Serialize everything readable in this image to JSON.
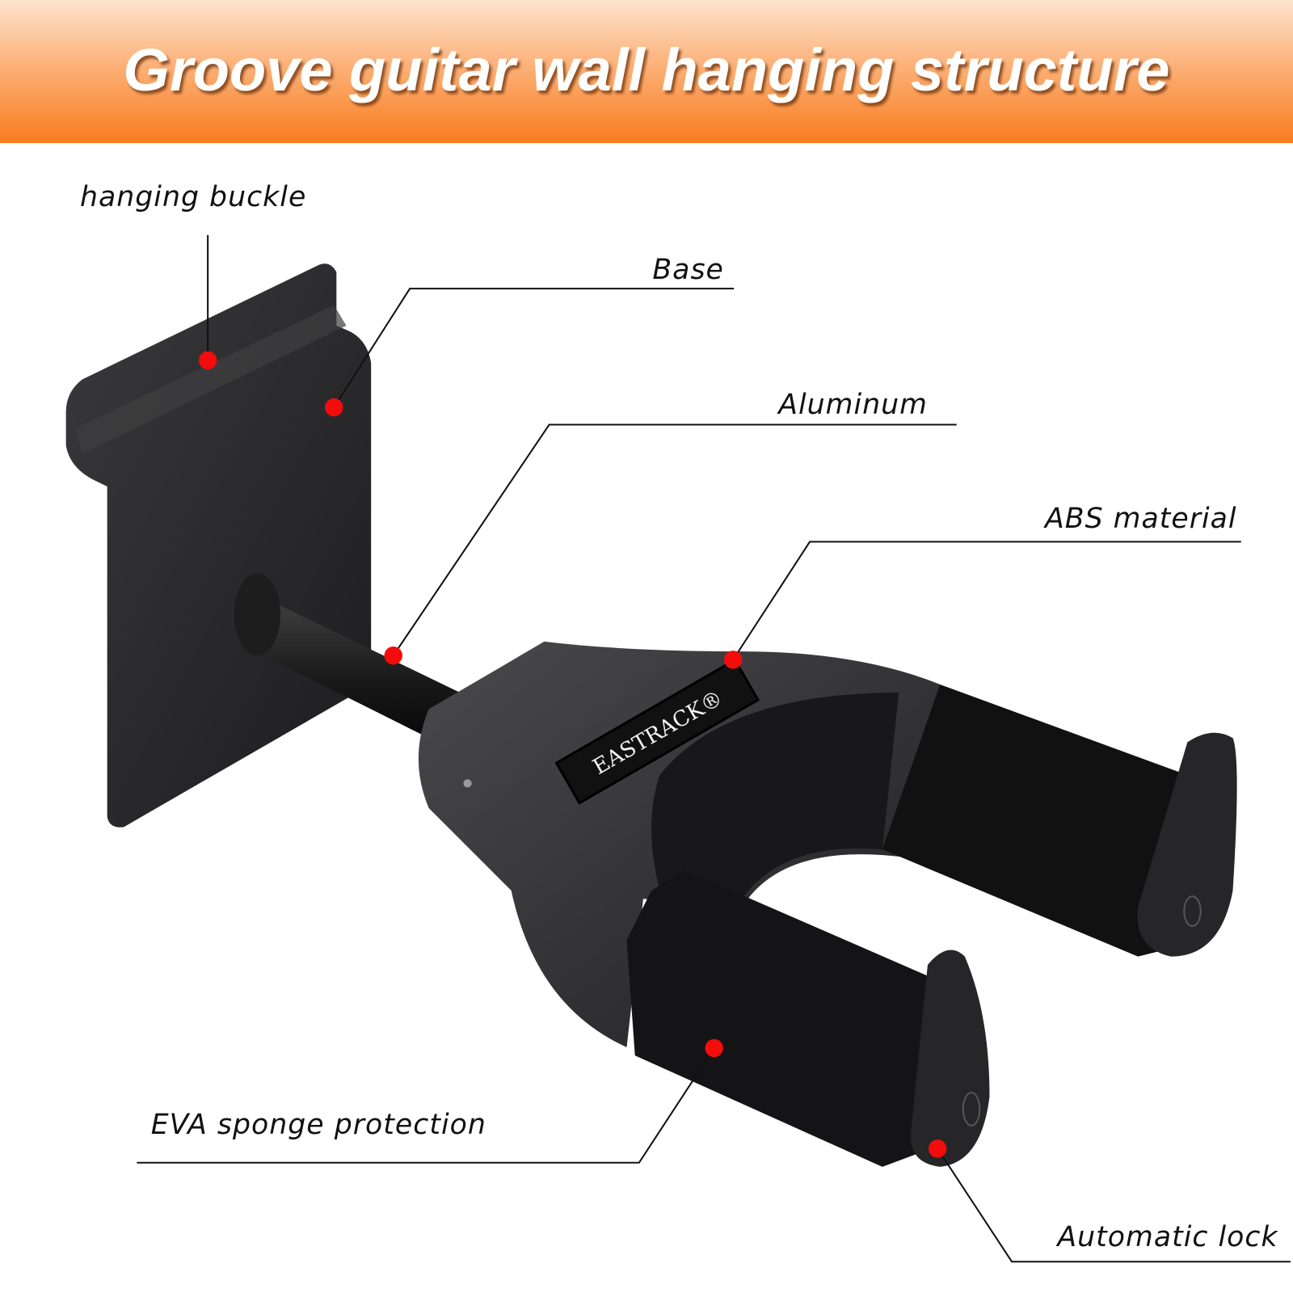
{
  "header": {
    "title": "Groove guitar wall hanging structure"
  },
  "brand": {
    "logo_text": "EASTRACK®"
  },
  "labels": {
    "hanging_buckle": "hanging buckle",
    "base": "Base",
    "aluminum": "Aluminum",
    "abs_material": "ABS material",
    "eva_sponge": "EVA sponge protection",
    "automatic_lock": "Automatic lock"
  },
  "colors": {
    "header_gradient_top": "#fde3cd",
    "header_gradient_bottom": "#f97c1e",
    "callout_dot": "#f30c0c",
    "product": "#2a2a2c"
  }
}
